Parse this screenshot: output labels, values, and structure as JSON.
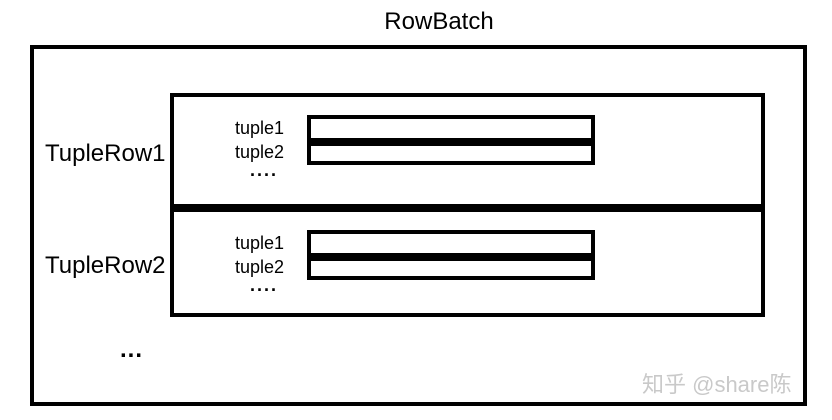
{
  "title": "RowBatch",
  "batch": {
    "rows": [
      {
        "label": "TupleRow1",
        "tuples": [
          {
            "label": "tuple1"
          },
          {
            "label": "tuple2"
          }
        ],
        "more_tuples": "...."
      },
      {
        "label": "TupleRow2",
        "tuples": [
          {
            "label": "tuple1"
          },
          {
            "label": "tuple2"
          }
        ],
        "more_tuples": "...."
      }
    ],
    "more_rows": "..."
  },
  "watermark": {
    "text": "知乎 @share陈"
  },
  "colors": {
    "line": "#000000",
    "background": "#ffffff",
    "watermark": "#c9c9c9"
  }
}
